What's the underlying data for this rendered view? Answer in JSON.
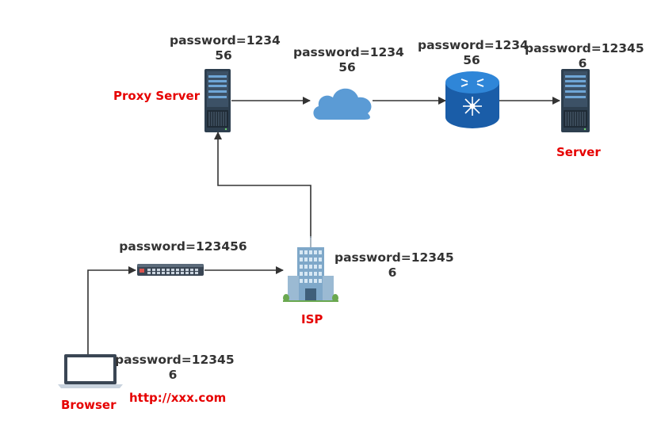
{
  "nodes": {
    "proxy_server": {
      "name": "Proxy Server",
      "pw_line1": "password=1234",
      "pw_line2": "56"
    },
    "cloud": {
      "pw_line1": "password=1234",
      "pw_line2": "56"
    },
    "router": {
      "pw_line1": "password=1234",
      "pw_line2": "56"
    },
    "server": {
      "name": "Server",
      "pw_line1": "password=12345",
      "pw_line2": "6"
    },
    "switch": {
      "pw_line1": "password=123456"
    },
    "isp": {
      "name": "ISP",
      "pw_line1": "password=12345",
      "pw_line2": "6"
    },
    "browser": {
      "name": "Browser",
      "pw_line1": "password=12345",
      "pw_line2": "6",
      "url": "http://xxx.com"
    }
  },
  "colors": {
    "label_text": "#333333",
    "node_name": "#e60000",
    "edge": "#333333",
    "server_body": "#2e3f4f",
    "cloud": "#5b9bd5",
    "router": "#1f6fc5"
  },
  "edges": [
    [
      "browser",
      "switch"
    ],
    [
      "switch",
      "isp"
    ],
    [
      "isp",
      "proxy_server"
    ],
    [
      "proxy_server",
      "cloud"
    ],
    [
      "cloud",
      "router"
    ],
    [
      "router",
      "server"
    ]
  ]
}
